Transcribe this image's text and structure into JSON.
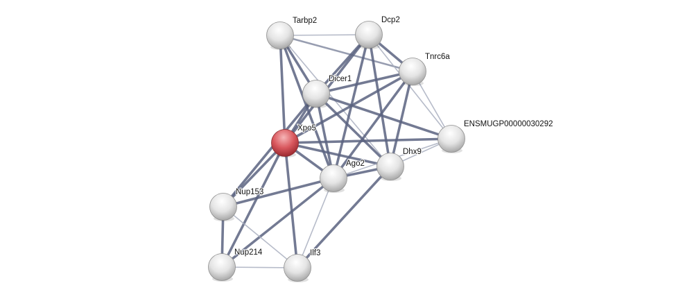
{
  "network": {
    "nodes": [
      {
        "id": "Tarbp2",
        "label": "Tarbp2",
        "query": false
      },
      {
        "id": "Dcp2",
        "label": "Dcp2",
        "query": false
      },
      {
        "id": "Tnrc6a",
        "label": "Tnrc6a",
        "query": false
      },
      {
        "id": "Dicer1",
        "label": "Dicer1",
        "query": false
      },
      {
        "id": "ENSMUGP00000030292",
        "label": "ENSMUGP00000030292",
        "query": false
      },
      {
        "id": "Xpo5",
        "label": "Xpo5",
        "query": true
      },
      {
        "id": "Dhx9",
        "label": "Dhx9",
        "query": false
      },
      {
        "id": "Ago2",
        "label": "Ago2",
        "query": false
      },
      {
        "id": "Nup153",
        "label": "Nup153",
        "query": false
      },
      {
        "id": "Nup214",
        "label": "Nup214",
        "query": false
      },
      {
        "id": "Ilf3",
        "label": "Ilf3",
        "query": false
      }
    ],
    "edges": [
      [
        "Tarbp2",
        "Dcp2",
        "low"
      ],
      [
        "Tarbp2",
        "Tnrc6a",
        "medium"
      ],
      [
        "Tarbp2",
        "Xpo5",
        "high"
      ],
      [
        "Tarbp2",
        "Dicer1",
        "high"
      ],
      [
        "Tarbp2",
        "Ago2",
        "high"
      ],
      [
        "Tarbp2",
        "Dhx9",
        "low"
      ],
      [
        "Dcp2",
        "Dicer1",
        "high"
      ],
      [
        "Dcp2",
        "Xpo5",
        "high"
      ],
      [
        "Dcp2",
        "Tnrc6a",
        "high"
      ],
      [
        "Dcp2",
        "Ago2",
        "high"
      ],
      [
        "Dcp2",
        "Dhx9",
        "high"
      ],
      [
        "Dcp2",
        "ENSMUGP00000030292",
        "low"
      ],
      [
        "Tnrc6a",
        "Dicer1",
        "high"
      ],
      [
        "Tnrc6a",
        "Xpo5",
        "high"
      ],
      [
        "Tnrc6a",
        "Ago2",
        "high"
      ],
      [
        "Tnrc6a",
        "Dhx9",
        "high"
      ],
      [
        "Tnrc6a",
        "ENSMUGP00000030292",
        "low"
      ],
      [
        "Dicer1",
        "Xpo5",
        "high"
      ],
      [
        "Dicer1",
        "Ago2",
        "high"
      ],
      [
        "Dicer1",
        "Dhx9",
        "high"
      ],
      [
        "Dicer1",
        "ENSMUGP00000030292",
        "high"
      ],
      [
        "Dicer1",
        "Nup153",
        "high"
      ],
      [
        "Xpo5",
        "ENSMUGP00000030292",
        "high"
      ],
      [
        "Xpo5",
        "Dhx9",
        "high"
      ],
      [
        "Xpo5",
        "Ago2",
        "high"
      ],
      [
        "Xpo5",
        "Nup153",
        "high"
      ],
      [
        "Xpo5",
        "Nup214",
        "high"
      ],
      [
        "Xpo5",
        "Ilf3",
        "high"
      ],
      [
        "Ago2",
        "Dhx9",
        "high"
      ],
      [
        "Ago2",
        "ENSMUGP00000030292",
        "low"
      ],
      [
        "Ago2",
        "Nup153",
        "high"
      ],
      [
        "Ago2",
        "Nup214",
        "high"
      ],
      [
        "Ago2",
        "Ilf3",
        "low"
      ],
      [
        "Dhx9",
        "ENSMUGP00000030292",
        "low"
      ],
      [
        "Dhx9",
        "Ilf3",
        "high"
      ],
      [
        "Nup153",
        "Nup214",
        "high"
      ],
      [
        "Nup153",
        "Ilf3",
        "low"
      ],
      [
        "Nup214",
        "Ilf3",
        "low"
      ]
    ],
    "colors": {
      "edge_high": "#5a6380",
      "edge_medium": "#7d859c",
      "edge_low": "#a9afc0",
      "node": "#e6e6e6",
      "query_node": "#d9585e"
    }
  }
}
